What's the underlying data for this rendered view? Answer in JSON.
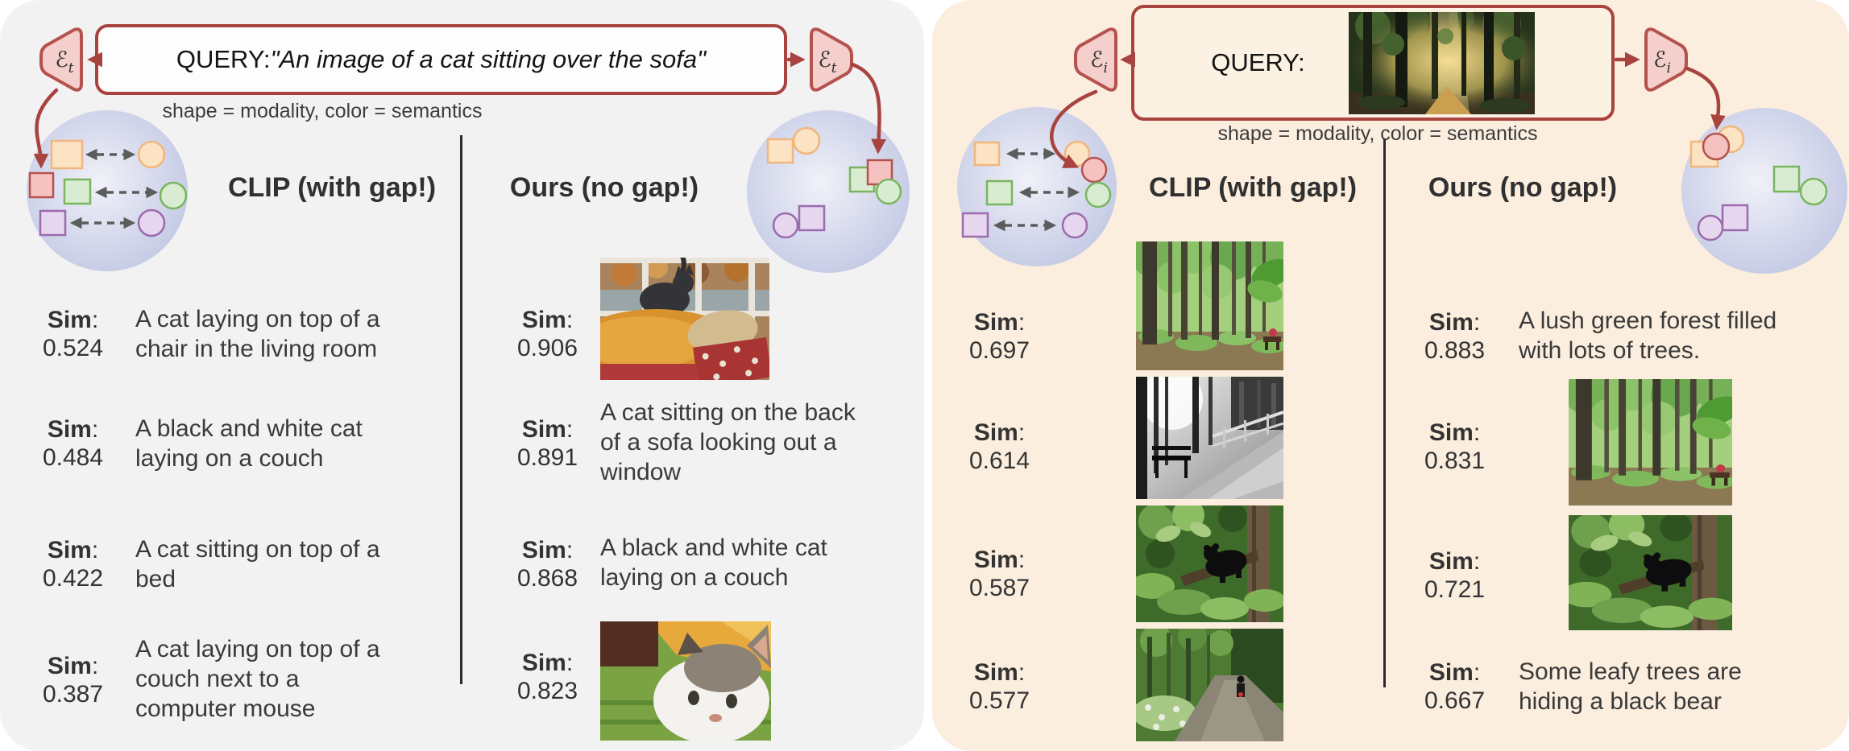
{
  "labels": {
    "sim": "Sim",
    "colon": ":"
  },
  "colors": {
    "accent_red": "#a8433f",
    "left_panel_bg": "#f2f2f3",
    "right_panel_bg": "#fbeede",
    "sphere_edge": "#bcc3e2",
    "orange_fill": "#fce3c3",
    "orange_stroke": "#f1b67d",
    "red_fill": "#f5c2c1",
    "red_stroke": "#b5524e",
    "green_fill": "#d9ecd1",
    "green_stroke": "#79b65f",
    "purple_fill": "#e6d6ee",
    "purple_stroke": "#9b6bad"
  },
  "left": {
    "query_label": "QUERY: ",
    "query_text": "\"An image of a cat sitting over the sofa\"",
    "encoder_symbol": "ℰ",
    "encoder_sub": "t",
    "caption": "shape = modality, color = semantics",
    "clip_header": "CLIP (with gap!)",
    "ours_header": "Ours (no gap!)",
    "clip_results": [
      {
        "sim": "0.524",
        "text": "A cat laying on top of a\nchair in the living room"
      },
      {
        "sim": "0.484",
        "text": "A black and white cat\nlaying on a couch"
      },
      {
        "sim": "0.422",
        "text": "A cat sitting on top of a\nbed"
      },
      {
        "sim": "0.387",
        "text": "A cat laying on top of a\ncouch next to a\ncomputer mouse"
      }
    ],
    "ours_results": [
      {
        "sim": "0.906",
        "image": "cat-on-orange-sofa-photo"
      },
      {
        "sim": "0.891",
        "text": "A cat sitting on the back\nof a sofa looking out a\nwindow"
      },
      {
        "sim": "0.868",
        "text": "A black and white cat\nlaying on a couch"
      },
      {
        "sim": "0.823",
        "image": "black-white-cat-closeup-photo"
      }
    ]
  },
  "right": {
    "query_label": "QUERY:",
    "query_image": "sunlit-forest-photo",
    "encoder_symbol": "ℰ",
    "encoder_sub": "i",
    "caption": "shape = modality, color = semantics",
    "clip_header": "CLIP (with gap!)",
    "ours_header": "Ours (no gap!)",
    "clip_results": [
      {
        "sim": "0.697",
        "image": "green-forest-photo"
      },
      {
        "sim": "0.614",
        "image": "bw-forest-path-bench-photo"
      },
      {
        "sim": "0.587",
        "image": "black-bear-foliage-photo"
      },
      {
        "sim": "0.577",
        "image": "forest-road-motorcycle-photo"
      }
    ],
    "ours_results": [
      {
        "sim": "0.883",
        "text": "A lush green forest filled\nwith lots of trees."
      },
      {
        "sim": "0.831",
        "image": "green-forest-photo"
      },
      {
        "sim": "0.721",
        "image": "black-bear-foliage-photo"
      },
      {
        "sim": "0.667",
        "text": "Some leafy trees are\nhiding a black bear"
      }
    ]
  }
}
